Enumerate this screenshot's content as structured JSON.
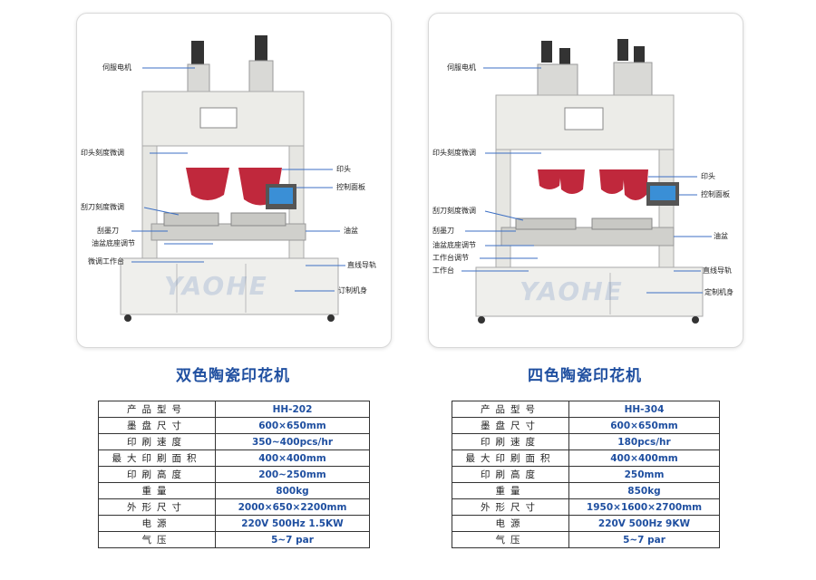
{
  "left": {
    "title": "双色陶瓷印花机",
    "callouts": {
      "servo": "伺服电机",
      "head_fine": "印头刻度微调",
      "head": "印头",
      "panel": "控制面板",
      "blade_fine": "刮刀刻度微调",
      "ink_blade": "刮墨刀",
      "ink_tray": "油盆",
      "tray_base": "油盆底座调节",
      "fine_table": "微调工作台",
      "rail": "直线导轨",
      "body": "订制机身"
    },
    "specs": [
      {
        "k": "产品型号",
        "v": "HH-202"
      },
      {
        "k": "墨盘尺寸",
        "v": "600×650mm"
      },
      {
        "k": "印刷速度",
        "v": "350~400pcs/hr"
      },
      {
        "k": "最大印刷面积",
        "v": "400×400mm"
      },
      {
        "k": "印刷高度",
        "v": "200~250mm"
      },
      {
        "k": "重量",
        "v": "800kg"
      },
      {
        "k": "外形尺寸",
        "v": "2000×650×2200mm"
      },
      {
        "k": "电源",
        "v": "220V 500Hz 1.5KW"
      },
      {
        "k": "气压",
        "v": "5~7 par"
      }
    ]
  },
  "right": {
    "title": "四色陶瓷印花机",
    "callouts": {
      "servo": "伺服电机",
      "head_fine": "印头刻度微调",
      "head": "印头",
      "panel": "控制面板",
      "blade_fine": "刮刀刻度微调",
      "ink_blade": "刮墨刀",
      "ink_tray": "油盆",
      "tray_base": "油盆底座调节",
      "table_adj": "工作台调节",
      "table": "工作台",
      "rail": "直线导轨",
      "body": "定制机身"
    },
    "specs": [
      {
        "k": "产品型号",
        "v": "HH-304"
      },
      {
        "k": "墨盘尺寸",
        "v": "600×650mm"
      },
      {
        "k": "印刷速度",
        "v": "180pcs/hr"
      },
      {
        "k": "最大印刷面积",
        "v": "400×400mm"
      },
      {
        "k": "印刷高度",
        "v": "250mm"
      },
      {
        "k": "重量",
        "v": "850kg"
      },
      {
        "k": "外形尺寸",
        "v": "1950×1600×2700mm"
      },
      {
        "k": "电源",
        "v": "220V 500Hz 9KW"
      },
      {
        "k": "气压",
        "v": "5~7 par"
      }
    ]
  },
  "watermark": "YAOHE",
  "colors": {
    "title": "#1f4fa0",
    "head": "#c0283c",
    "frame": "#ecece8"
  }
}
